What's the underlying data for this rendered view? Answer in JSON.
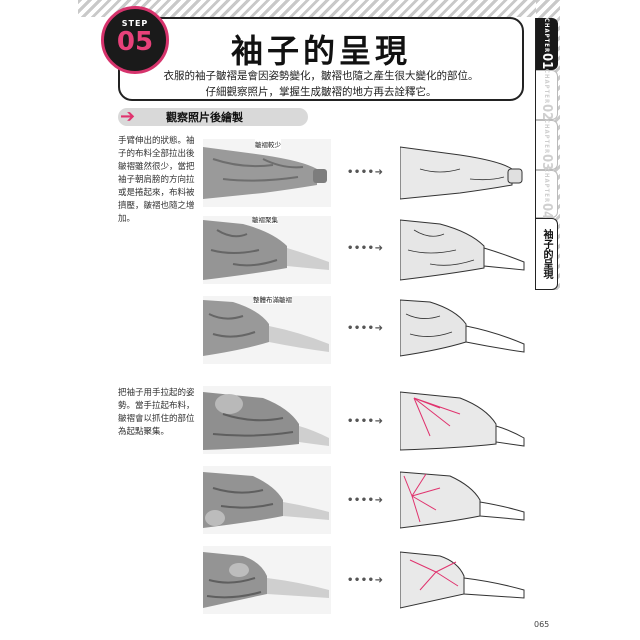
{
  "header": {
    "step_label": "STEP",
    "step_number": "05",
    "title": "袖子的呈現",
    "intro_line1": "衣服的袖子皺褶是會因姿勢變化，皺褶也隨之產生很大變化的部位。",
    "intro_line2": "仔細觀察照片，掌握生成皺褶的地方再去詮釋它。"
  },
  "chapter_tabs": [
    {
      "label": "CHAPTER",
      "number": "01",
      "active": true
    },
    {
      "label": "CHAPTER",
      "number": "02",
      "active": false
    },
    {
      "label": "CHAPTER",
      "number": "03",
      "active": false
    },
    {
      "label": "CHAPTER",
      "number": "04",
      "active": false
    }
  ],
  "side_title": "袖子的呈現",
  "section": {
    "title": "觀察照片後繪製"
  },
  "captions": {
    "first": "手臂伸出的狀態。袖子的布料全部拉出後皺褶雖然很少，當把袖子朝肩膀的方向拉或是捲起來，布料被擠壓，皺褶也隨之增加。",
    "second": "把袖子用手拉起的姿勢。當手拉起布料，皺褶會以抓住的部位為起點聚集。"
  },
  "callouts": {
    "row1": "皺褶較少",
    "row2": "皺褶聚集",
    "row3": "整體布滿皺褶"
  },
  "arrow_glyph": "••••➜",
  "page_number": "065",
  "colors": {
    "accent": "#e0336e",
    "dark": "#1a1a1a",
    "section_bg": "#d9d9d9",
    "hatch": "#c9c9c9"
  }
}
